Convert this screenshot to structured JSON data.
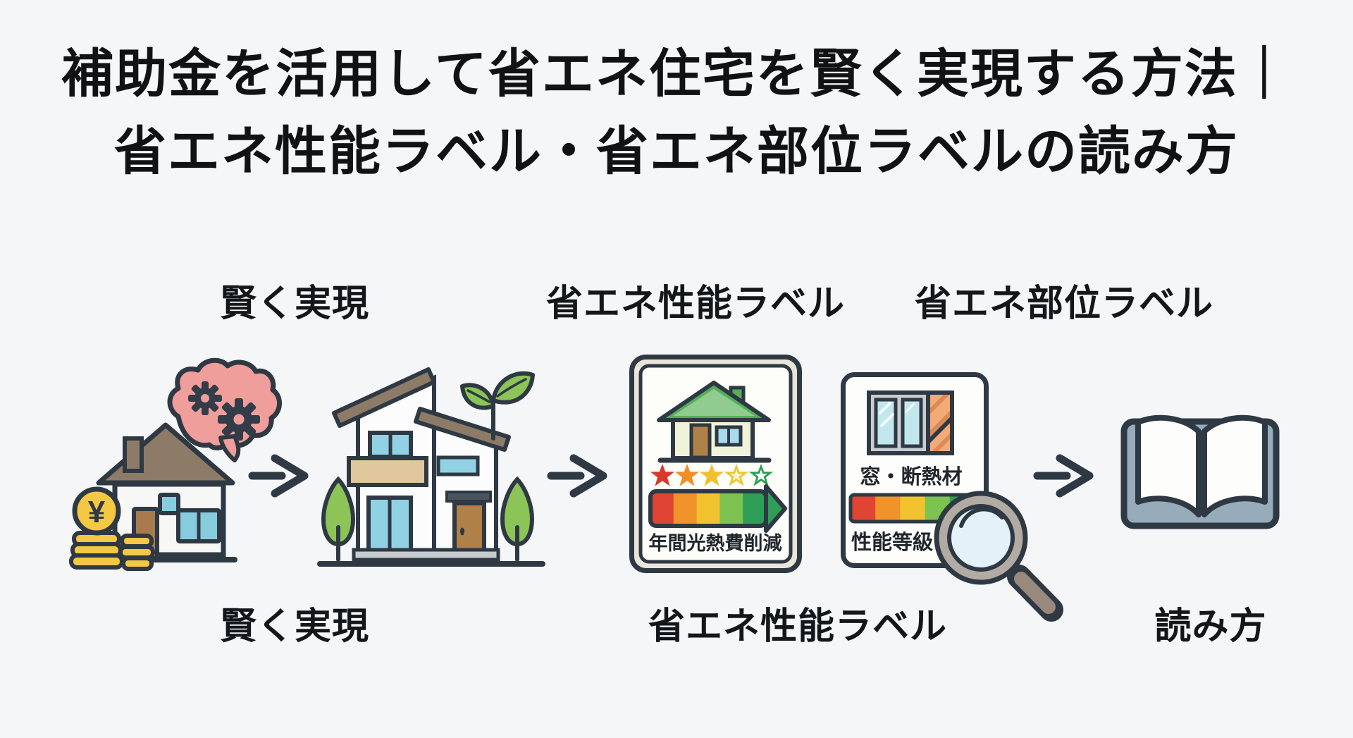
{
  "title": {
    "line1": "補助金を活用して省エネ住宅を賢く実現する方法｜",
    "line2": "省エネ性能ラベル・省エネ部位ラベルの読み方"
  },
  "flow": {
    "top_labels": [
      "賢く実現",
      "省エネ性能ラベル",
      "省エネ部位ラベル"
    ],
    "bottom_labels": [
      "賢く実現",
      "省エネ性能ラベル",
      "読み方"
    ],
    "performance_card": {
      "caption": "年間光熱費削減",
      "stars_filled": 3,
      "stars_half": 1,
      "stars_outline": 1
    },
    "part_card": {
      "material_text": "窓・断熱材",
      "grade_text": "性能等級"
    },
    "coin": {
      "currency_symbol": "¥"
    }
  },
  "palette": {
    "background": "#f4f6f7",
    "outline": "#2e3944",
    "text": "#14171a",
    "coin_yellow": "#f5c843",
    "brain_pink": "#f09e9b",
    "roof_brown": "#8d7b68",
    "window_blue": "#90d2e4",
    "door_brown": "#b08049",
    "leaf_green": "#8cc457",
    "card_cream": "#e9e5d9",
    "label_roof_green": "#57ad5c",
    "star_red": "#d8382a",
    "star_orange": "#ee8f28",
    "star_yellow": "#f2c02c",
    "star_green": "#2d9e53",
    "bar_red": "#e04434",
    "bar_orange": "#f0932b",
    "bar_yellow": "#f3c22f",
    "bar_lightgreen": "#7cc351",
    "bar_green": "#2f9e57",
    "insulation_orange": "#f2aa78",
    "magnifier_gray": "#b2aba4",
    "book_cover": "#97abba"
  }
}
